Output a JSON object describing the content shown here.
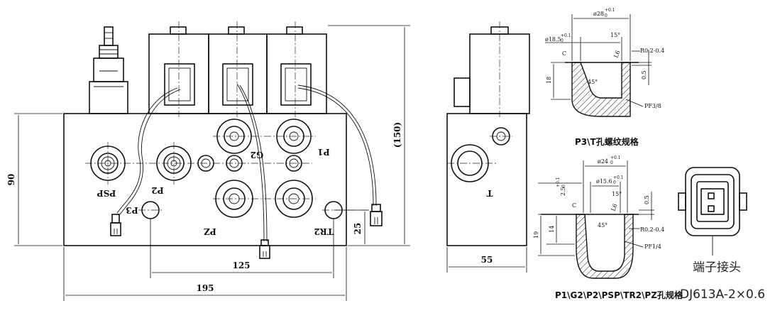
{
  "ports": {
    "psp": "PSP",
    "p2_left": "P2",
    "p3": "P3",
    "g2": "G2",
    "p1": "P1",
    "pz": "PZ",
    "tr2": "TR2",
    "t": "T"
  },
  "dimensions": {
    "height_left": "90",
    "overall_height": "(150)",
    "width_125": "125",
    "width_195": "195",
    "offset_25": "25",
    "side_width": "55"
  },
  "detail_top": {
    "d28": "ø28",
    "d28_tol": "+0.1",
    "d28_tol0": "0",
    "d18": "ø18.5",
    "d18_tol": "+0.1",
    "d18_tol0": "0",
    "angle15": "15°",
    "l6": "L6",
    "r": "R0.2-0.4",
    "h18": "18",
    "h05": "0.5",
    "c": "C",
    "a45": "45°",
    "thread": "PF3/8",
    "caption": "P3\\T孔螺纹规格"
  },
  "detail_bottom": {
    "d24": "ø24",
    "d24_tol": "+0.1",
    "d24_tol0": "0",
    "d15": "ø15.6",
    "d15_tol": "+0.1",
    "d15_tol0": "0",
    "angle15": "15°",
    "l6": "L6",
    "r": "R0.2-0.4",
    "h25": "2.5",
    "h25_tol": "+0.1",
    "h25_tol0": "0",
    "h05": "0.5",
    "h19": "19",
    "h14": "14",
    "c": "C",
    "a45": "45°",
    "thread": "PF1/4",
    "caption": "P1\\G2\\P2\\PSP\\TR2\\PZ孔规格"
  },
  "connector": {
    "label": "端子接头",
    "model": "DJ613A-2×0.6"
  }
}
